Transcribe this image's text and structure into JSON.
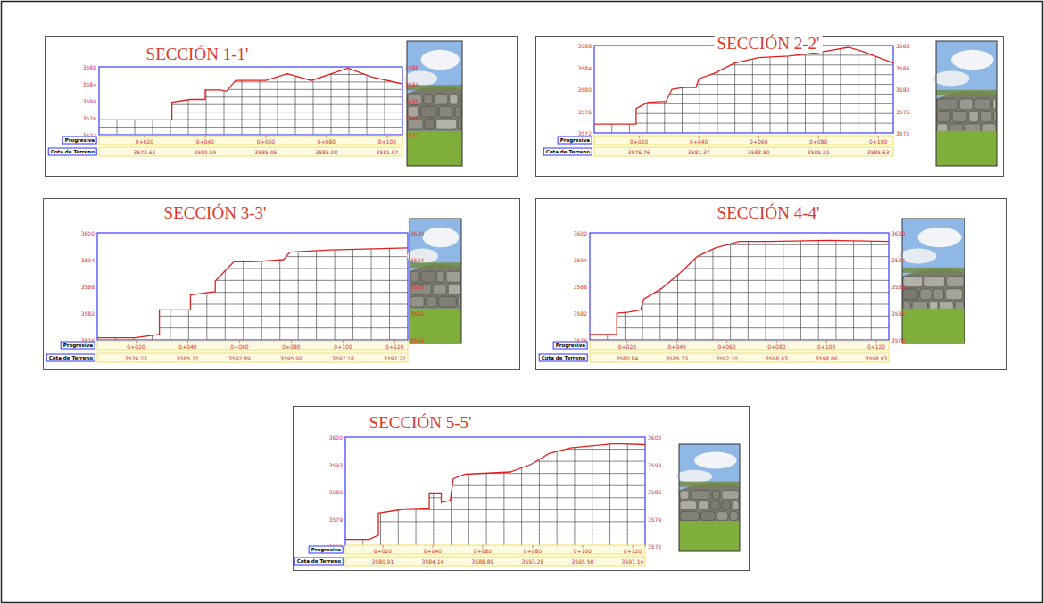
{
  "diagram": {
    "nodes": [
      {
        "text": [
          "SECCIÓN 1-1'"
        ]
      },
      {
        "text": [
          "SECCIÓN 2-2'"
        ]
      },
      {
        "text": [
          "SECCIÓN 3-3'"
        ]
      },
      {
        "text": [
          "SECCIÓN 4-4'"
        ]
      },
      {
        "text": [
          "SECCIÓN 5-5'"
        ]
      }
    ],
    "labels": [
      "3588",
      "3584",
      "3580",
      "3576",
      "3572",
      "3588",
      "3584",
      "3580",
      "3576",
      "3572",
      "Progresiva",
      "Cota de Terreno",
      "0+020",
      "0+040",
      "0+060",
      "0+080",
      "0+100",
      "3573.62",
      "3580.59",
      "3585.06",
      "3585.08",
      "3581.97",
      "3588",
      "3584",
      "3580",
      "3576",
      "3572",
      "3588",
      "3584",
      "3580",
      "3576",
      "3572",
      "Progresiva",
      "Cota de Terreno",
      "0+020",
      "0+040",
      "0+060",
      "0+080",
      "0+100",
      "3576.76",
      "3581.37",
      "3583.80",
      "3585.22",
      "3585.63",
      "3600",
      "3594",
      "3588",
      "3582",
      "3576",
      "3600",
      "3594",
      "3588",
      "3582",
      "3576",
      "Progresiva",
      "Cota de Terreno",
      "0+020",
      "0+040",
      "0+060",
      "0+080",
      "0+100",
      "0+120",
      "3576.23",
      "3585.71",
      "3592.89",
      "3595.99",
      "3597.18",
      "3597.22",
      "3600",
      "3594",
      "3588",
      "3582",
      "3576",
      "3600",
      "3594",
      "3588",
      "3582",
      "3576",
      "Progresiva",
      "Cota de Terreno",
      "0+020",
      "0+040",
      "0+060",
      "0+080",
      "0+100",
      "0+120",
      "3580.84",
      "3585.33",
      "3592.10",
      "3596.63",
      "3598.86",
      "3598.93",
      "3600",
      "3593",
      "3586",
      "3579",
      "3572",
      "3600",
      "3593",
      "3586",
      "3579",
      "3572",
      "Progresiva",
      "Cota de Terreno",
      "0+020",
      "0+040",
      "0+060",
      "0+080",
      "0+100",
      "0+120",
      "3580.91",
      "3584.14",
      "3588.89",
      "3593.28",
      "3595.58",
      "3597.14"
    ]
  }
}
